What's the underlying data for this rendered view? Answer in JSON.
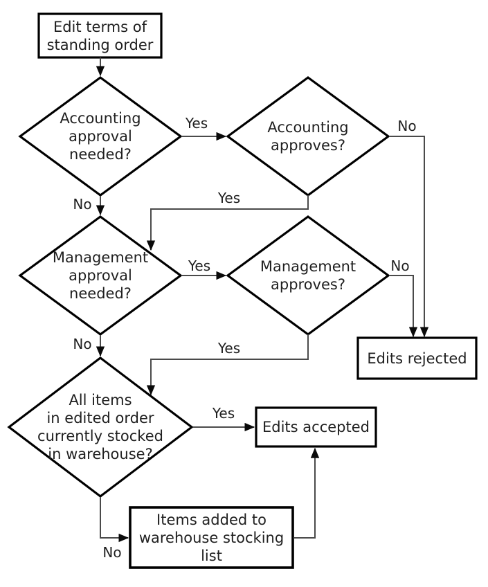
{
  "diagram": {
    "type": "flowchart",
    "background_color": "#ffffff",
    "shape_fill_color": "#ffffff",
    "shape_border_color": "#000000",
    "connector_color": "#4a4a4a",
    "arrowhead_color": "#0a0a0a",
    "text_color": "#1f1f1f",
    "nodes": {
      "start": {
        "label": "Edit terms of\nstanding order",
        "shape": "rectangle"
      },
      "accounting_needed": {
        "label": "Accounting\napproval\nneeded?",
        "shape": "diamond"
      },
      "accounting_approves": {
        "label": "Accounting\napproves?",
        "shape": "diamond"
      },
      "management_needed": {
        "label": "Management\napproval\nneeded?",
        "shape": "diamond"
      },
      "management_approves": {
        "label": "Management\napproves?",
        "shape": "diamond"
      },
      "all_items_stocked": {
        "label": "All items\nin edited order\ncurrently stocked\nin warehouse?",
        "shape": "diamond"
      },
      "edits_rejected": {
        "label": "Edits rejected",
        "shape": "rectangle"
      },
      "edits_accepted": {
        "label": "Edits accepted",
        "shape": "rectangle"
      },
      "items_added": {
        "label": "Items added to\nwarehouse stocking\nlist",
        "shape": "rectangle"
      }
    },
    "edges": [
      {
        "from": "start",
        "to": "accounting_needed",
        "label": ""
      },
      {
        "from": "accounting_needed",
        "to": "accounting_approves",
        "label": "Yes"
      },
      {
        "from": "accounting_needed",
        "to": "management_needed",
        "label": "No"
      },
      {
        "from": "accounting_approves",
        "to": "management_needed",
        "label": "Yes"
      },
      {
        "from": "accounting_approves",
        "to": "edits_rejected",
        "label": "No"
      },
      {
        "from": "management_needed",
        "to": "management_approves",
        "label": "Yes"
      },
      {
        "from": "management_needed",
        "to": "all_items_stocked",
        "label": "No"
      },
      {
        "from": "management_approves",
        "to": "all_items_stocked",
        "label": "Yes"
      },
      {
        "from": "management_approves",
        "to": "edits_rejected",
        "label": "No"
      },
      {
        "from": "all_items_stocked",
        "to": "edits_accepted",
        "label": "Yes"
      },
      {
        "from": "all_items_stocked",
        "to": "items_added",
        "label": "No"
      },
      {
        "from": "items_added",
        "to": "edits_accepted",
        "label": ""
      }
    ]
  }
}
